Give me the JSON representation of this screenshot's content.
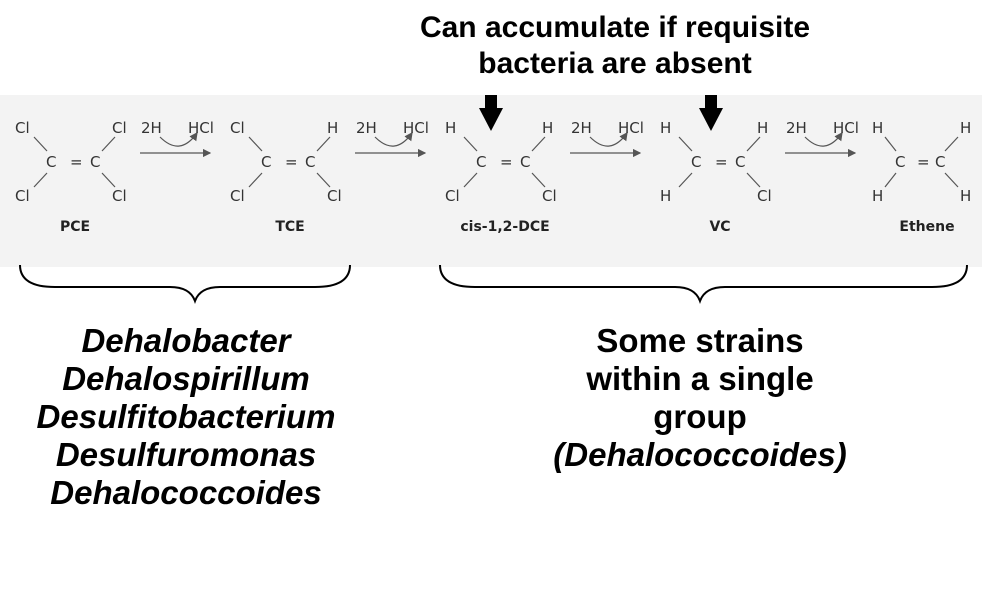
{
  "callout": {
    "line1": "Can accumulate if requisite",
    "line2": "bacteria are absent"
  },
  "molecules": [
    {
      "name": "PCE",
      "top_left": "Cl",
      "top_right": "Cl",
      "bottom_left": "Cl",
      "bottom_right": "Cl"
    },
    {
      "name": "TCE",
      "top_left": "Cl",
      "top_right": "H",
      "bottom_left": "Cl",
      "bottom_right": "Cl"
    },
    {
      "name": "cis-1,2-DCE",
      "top_left": "H",
      "top_right": "H",
      "bottom_left": "Cl",
      "bottom_right": "Cl"
    },
    {
      "name": "VC",
      "top_left": "H",
      "top_right": "H",
      "bottom_left": "H",
      "bottom_right": "Cl"
    },
    {
      "name": "Ethene",
      "top_left": "H",
      "top_right": "H",
      "bottom_left": "H",
      "bottom_right": "H"
    }
  ],
  "core": {
    "left_c": "C",
    "bond": "=",
    "right_c": "C"
  },
  "reactions": [
    {
      "reactant": "2H",
      "product": "HCl"
    },
    {
      "reactant": "2H",
      "product": "HCl"
    },
    {
      "reactant": "2H",
      "product": "HCl"
    },
    {
      "reactant": "2H",
      "product": "HCl"
    }
  ],
  "left_group": {
    "organisms": [
      "Dehalobacter",
      "Dehalospirillum",
      "Desulfitobacterium",
      "Desulfuromonas",
      "Dehalococcoides"
    ]
  },
  "right_group": {
    "line1": "Some strains",
    "line2": "within a single",
    "line3": "group",
    "line4": "(Dehalococcoides)"
  }
}
